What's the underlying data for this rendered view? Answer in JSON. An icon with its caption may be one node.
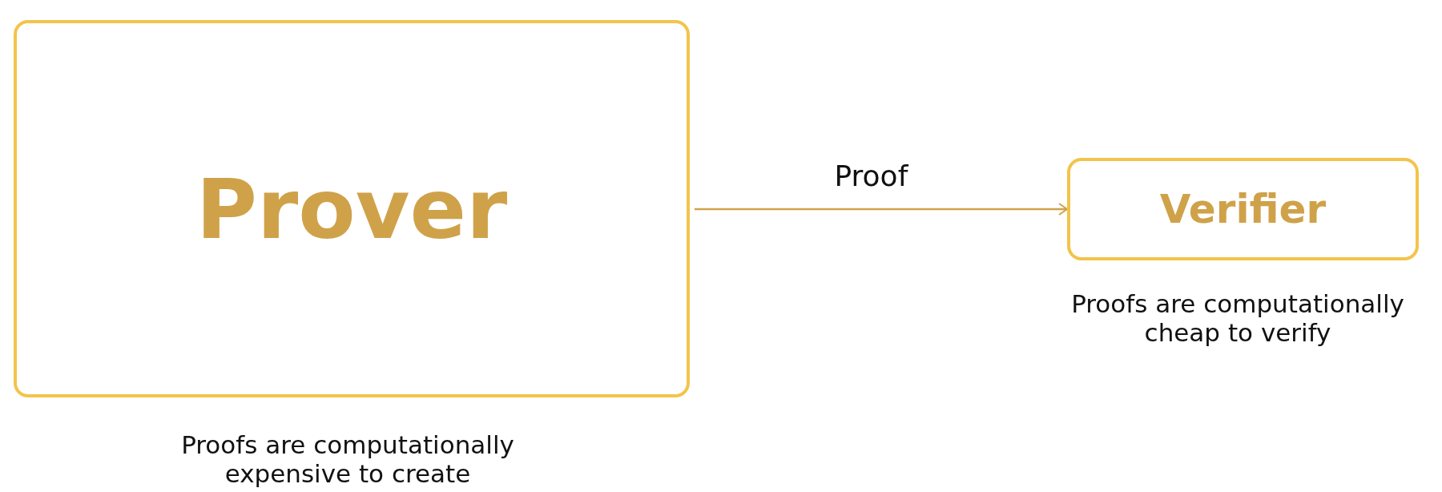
{
  "diagram": {
    "nodes": [
      {
        "text": [
          "Prover"
        ],
        "beside": [
          "Proofs are computationally expensive to create"
        ]
      },
      {
        "text": [
          "Verifier"
        ],
        "beside": [
          "Proofs are computationally cheap to verify"
        ]
      }
    ],
    "edges": [
      {
        "from": 0,
        "to": 1,
        "arrow": "to",
        "label": "Proof"
      }
    ]
  }
}
